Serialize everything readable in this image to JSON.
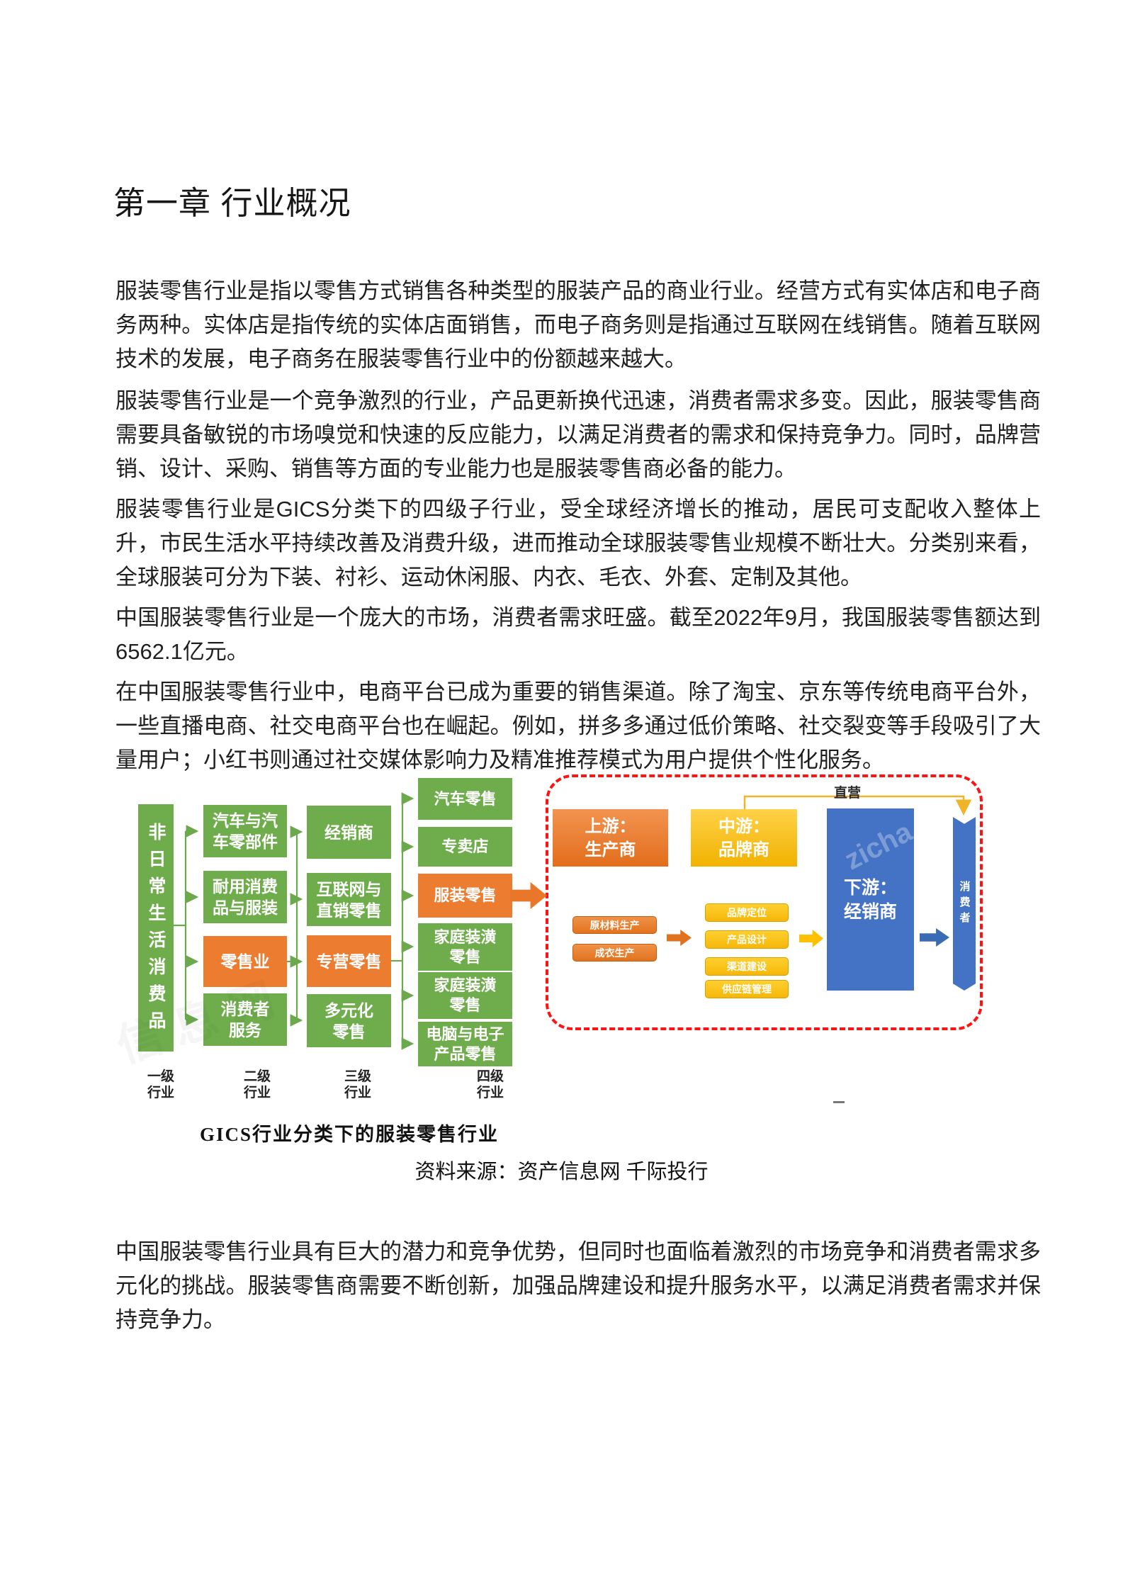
{
  "page": {
    "title": "第一章 行业概况",
    "paragraphs": [
      "服装零售行业是指以零售方式销售各种类型的服装产品的商业行业。经营方式有实体店和电子商务两种。实体店是指传统的实体店面销售，而电子商务则是指通过互联网在线销售。随着互联网技术的发展，电子商务在服装零售行业中的份额越来越大。",
      "服装零售行业是一个竞争激烈的行业，产品更新换代迅速，消费者需求多变。因此，服装零售商需要具备敏锐的市场嗅觉和快速的反应能力，以满足消费者的需求和保持竞争力。同时，品牌营销、设计、采购、销售等方面的专业能力也是服装零售商必备的能力。",
      "服装零售行业是GICS分类下的四级子行业，受全球经济增长的推动，居民可支配收入整体上升，市民生活水平持续改善及消费升级，进而推动全球服装零售业规模不断壮大。分类别来看，全球服装可分为下装、衬衫、运动休闲服、内衣、毛衣、外套、定制及其他。",
      "中国服装零售行业是一个庞大的市场，消费者需求旺盛。截至2022年9月，我国服装零售额达到6562.1亿元。",
      "在中国服装零售行业中，电商平台已成为重要的销售渠道。除了淘宝、京东等传统电商平台外，一些直播电商、社交电商平台也在崛起。例如，拼多多通过低价策略、社交裂变等手段吸引了大量用户；小红书则通过社交媒体影响力及精准推荐模式为用户提供个性化服务。"
    ],
    "closing_paragraph": "中国服装零售行业具有巨大的潜力和竞争优势，但同时也面临着激烈的市场竞争和消费者需求多元化的挑战。服装零售商需要不断创新，加强品牌建设和提升服务水平，以满足消费者需求并保持竞争力。",
    "source_line": "资料来源：资产信息网 千际投行"
  },
  "diagram": {
    "caption": "GICS行业分类下的服装零售行业",
    "level_labels": [
      "一级\n行业",
      "二级\n行业",
      "三级\n行业",
      "四级\n行业"
    ],
    "tree": {
      "level1": [
        "非日常生活消费品"
      ],
      "level2": [
        "汽车与汽\n车零部件",
        "耐用消费\n品与服装",
        "零售业",
        "消费者\n服务"
      ],
      "level3": [
        "经销商",
        "互联网与\n直销零售",
        "专营零售",
        "多元化\n零售"
      ],
      "level4": [
        "汽车零售",
        "专卖店",
        "服装零售",
        "家庭装潢\n零售",
        "家庭装潢\n零售",
        "电脑与电子\n产品零售"
      ]
    },
    "flow": {
      "direct_sales_label": "直营",
      "upstream_box": "上游：\n生产商",
      "midstream_box": "中游：\n品牌商",
      "downstream_box": "下游：\n经销商",
      "consumer_box": "消费者",
      "upstream_items": [
        "原材料生产",
        "成衣生产"
      ],
      "midstream_items": [
        "品牌定位",
        "产品设计",
        "渠道建设",
        "供应链管理"
      ]
    },
    "colors": {
      "green": "#6FAC4B",
      "orange": "#EC7C2F",
      "gold": "#FFC216",
      "blue": "#4472C4",
      "red_dashed_border": "#FF1212",
      "connector_green": "#6CA94C"
    },
    "watermark_latin": "zicha",
    "watermark_cn": "信息网"
  }
}
